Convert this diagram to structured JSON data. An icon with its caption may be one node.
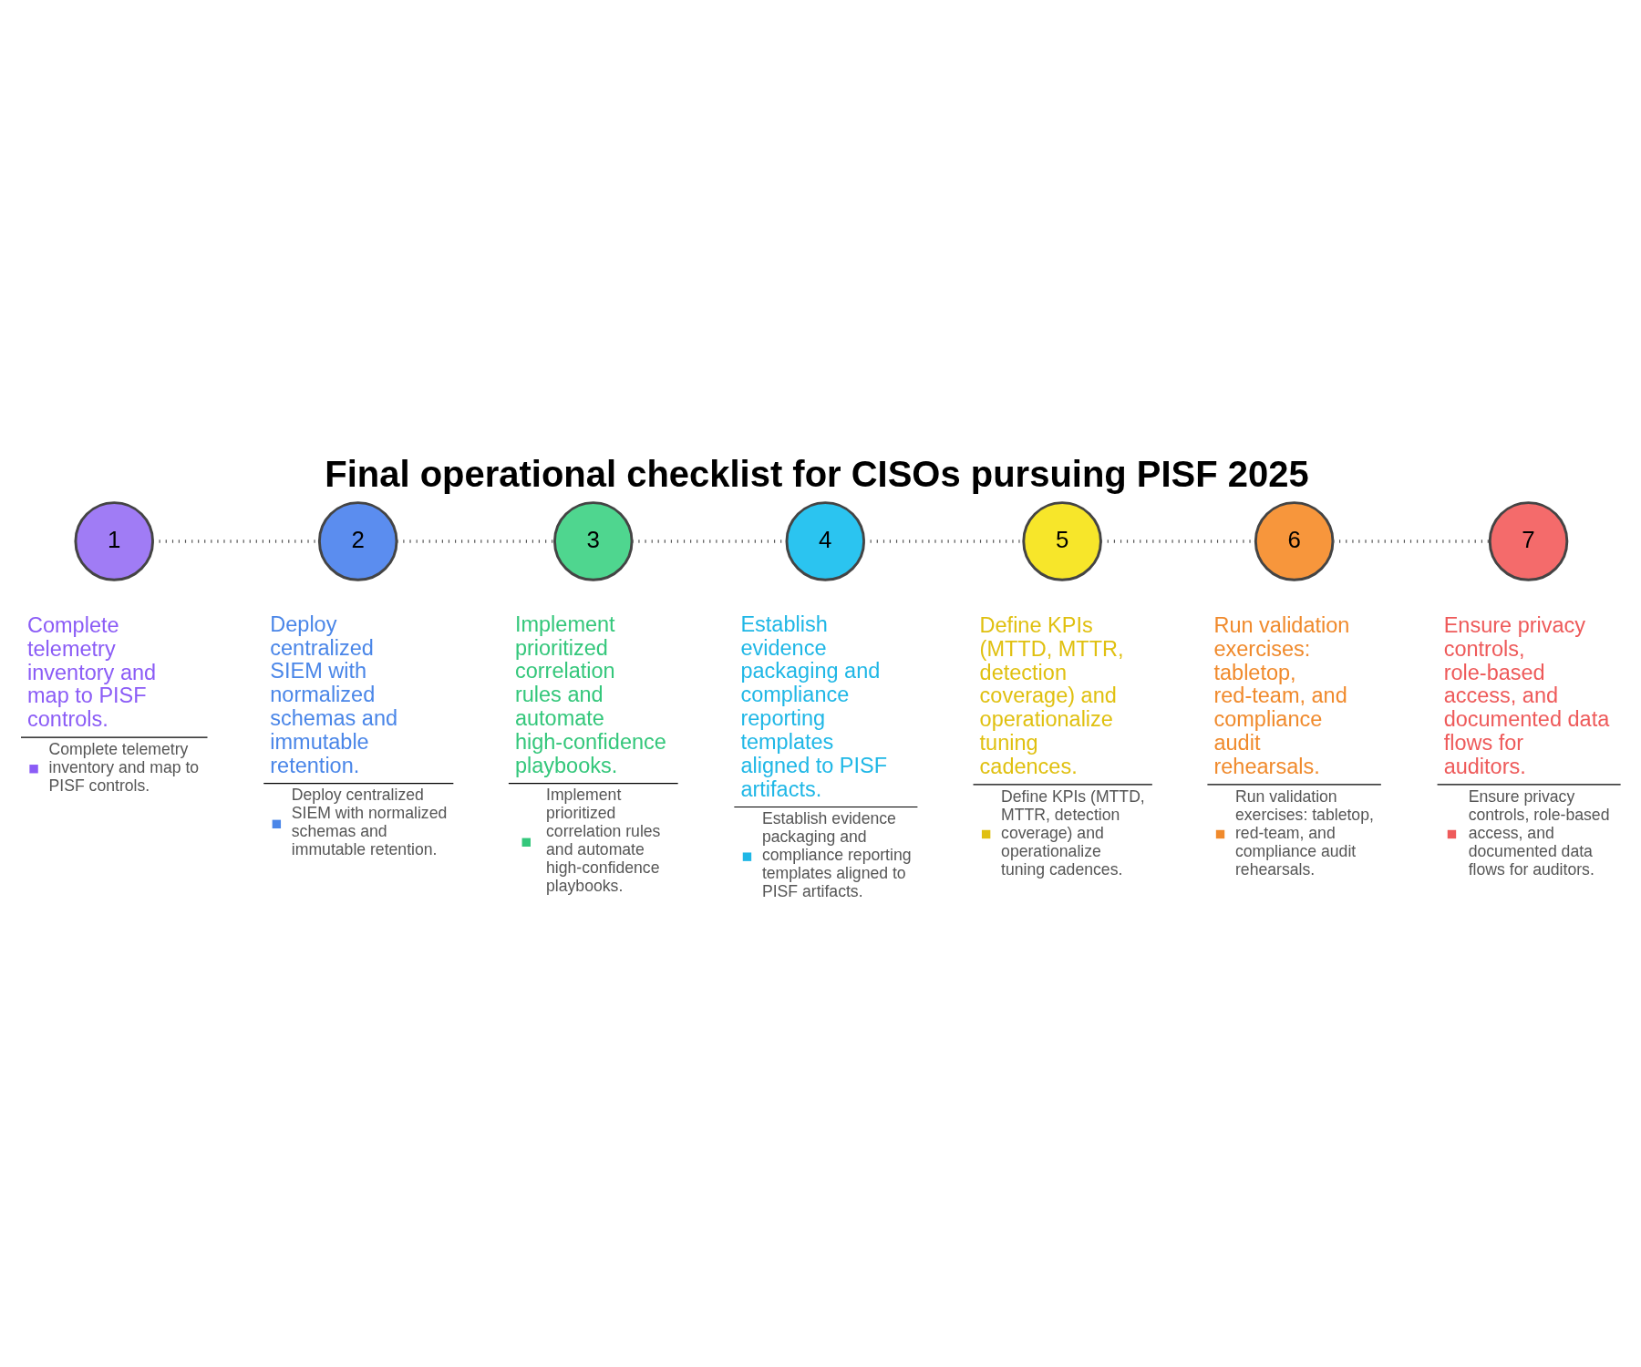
{
  "diagram": {
    "title": "Final operational checklist for CISOs pursuing PISF 2025",
    "nodes": [
      {
        "text": [
          "1"
        ],
        "beside": [
          "Complete telemetry inventory and map to PISF controls.",
          "Complete telemetry inventory and map to PISF controls."
        ]
      },
      {
        "text": [
          "2"
        ],
        "beside": [
          "Deploy centralized SIEM with normalized schemas and immutable retention.",
          "Deploy centralized SIEM with normalized schemas and immutable retention."
        ]
      },
      {
        "text": [
          "3"
        ],
        "beside": [
          "Implement prioritized correlation rules and automate high-confidence playbooks.",
          "Implement prioritized correlation rules and automate high-confidence playbooks."
        ]
      },
      {
        "text": [
          "4"
        ],
        "beside": [
          "Establish evidence packaging and compliance reporting templates aligned to PISF artifacts.",
          "Establish evidence packaging and compliance reporting templates aligned to PISF artifacts."
        ]
      },
      {
        "text": [
          "5"
        ],
        "beside": [
          "Define KPIs (MTTD, MTTR, detection coverage) and operationalize tuning cadences.",
          "Define KPIs (MTTD, MTTR, detection coverage) and operationalize tuning cadences."
        ]
      },
      {
        "text": [
          "6"
        ],
        "beside": [
          "Run validation exercises: tabletop, red-team, and compliance audit rehearsals.",
          "Run validation exercises: tabletop, red-team, and compliance audit rehearsals."
        ]
      },
      {
        "text": [
          "7"
        ],
        "beside": [
          "Ensure privacy controls, role-based access, and documented data flows for auditors.",
          "Ensure privacy controls, role-based access, and documented data flows for auditors."
        ]
      }
    ],
    "edges": [
      {
        "from": 0,
        "to": 1,
        "arrow": "none",
        "style": "dashed"
      },
      {
        "from": 1,
        "to": 2,
        "arrow": "none",
        "style": "dashed"
      },
      {
        "from": 2,
        "to": 3,
        "arrow": "none",
        "style": "dashed"
      },
      {
        "from": 3,
        "to": 4,
        "arrow": "none",
        "style": "dashed"
      },
      {
        "from": 4,
        "to": 5,
        "arrow": "none",
        "style": "dashed"
      },
      {
        "from": 5,
        "to": 6,
        "arrow": "none",
        "style": "dashed"
      }
    ]
  }
}
